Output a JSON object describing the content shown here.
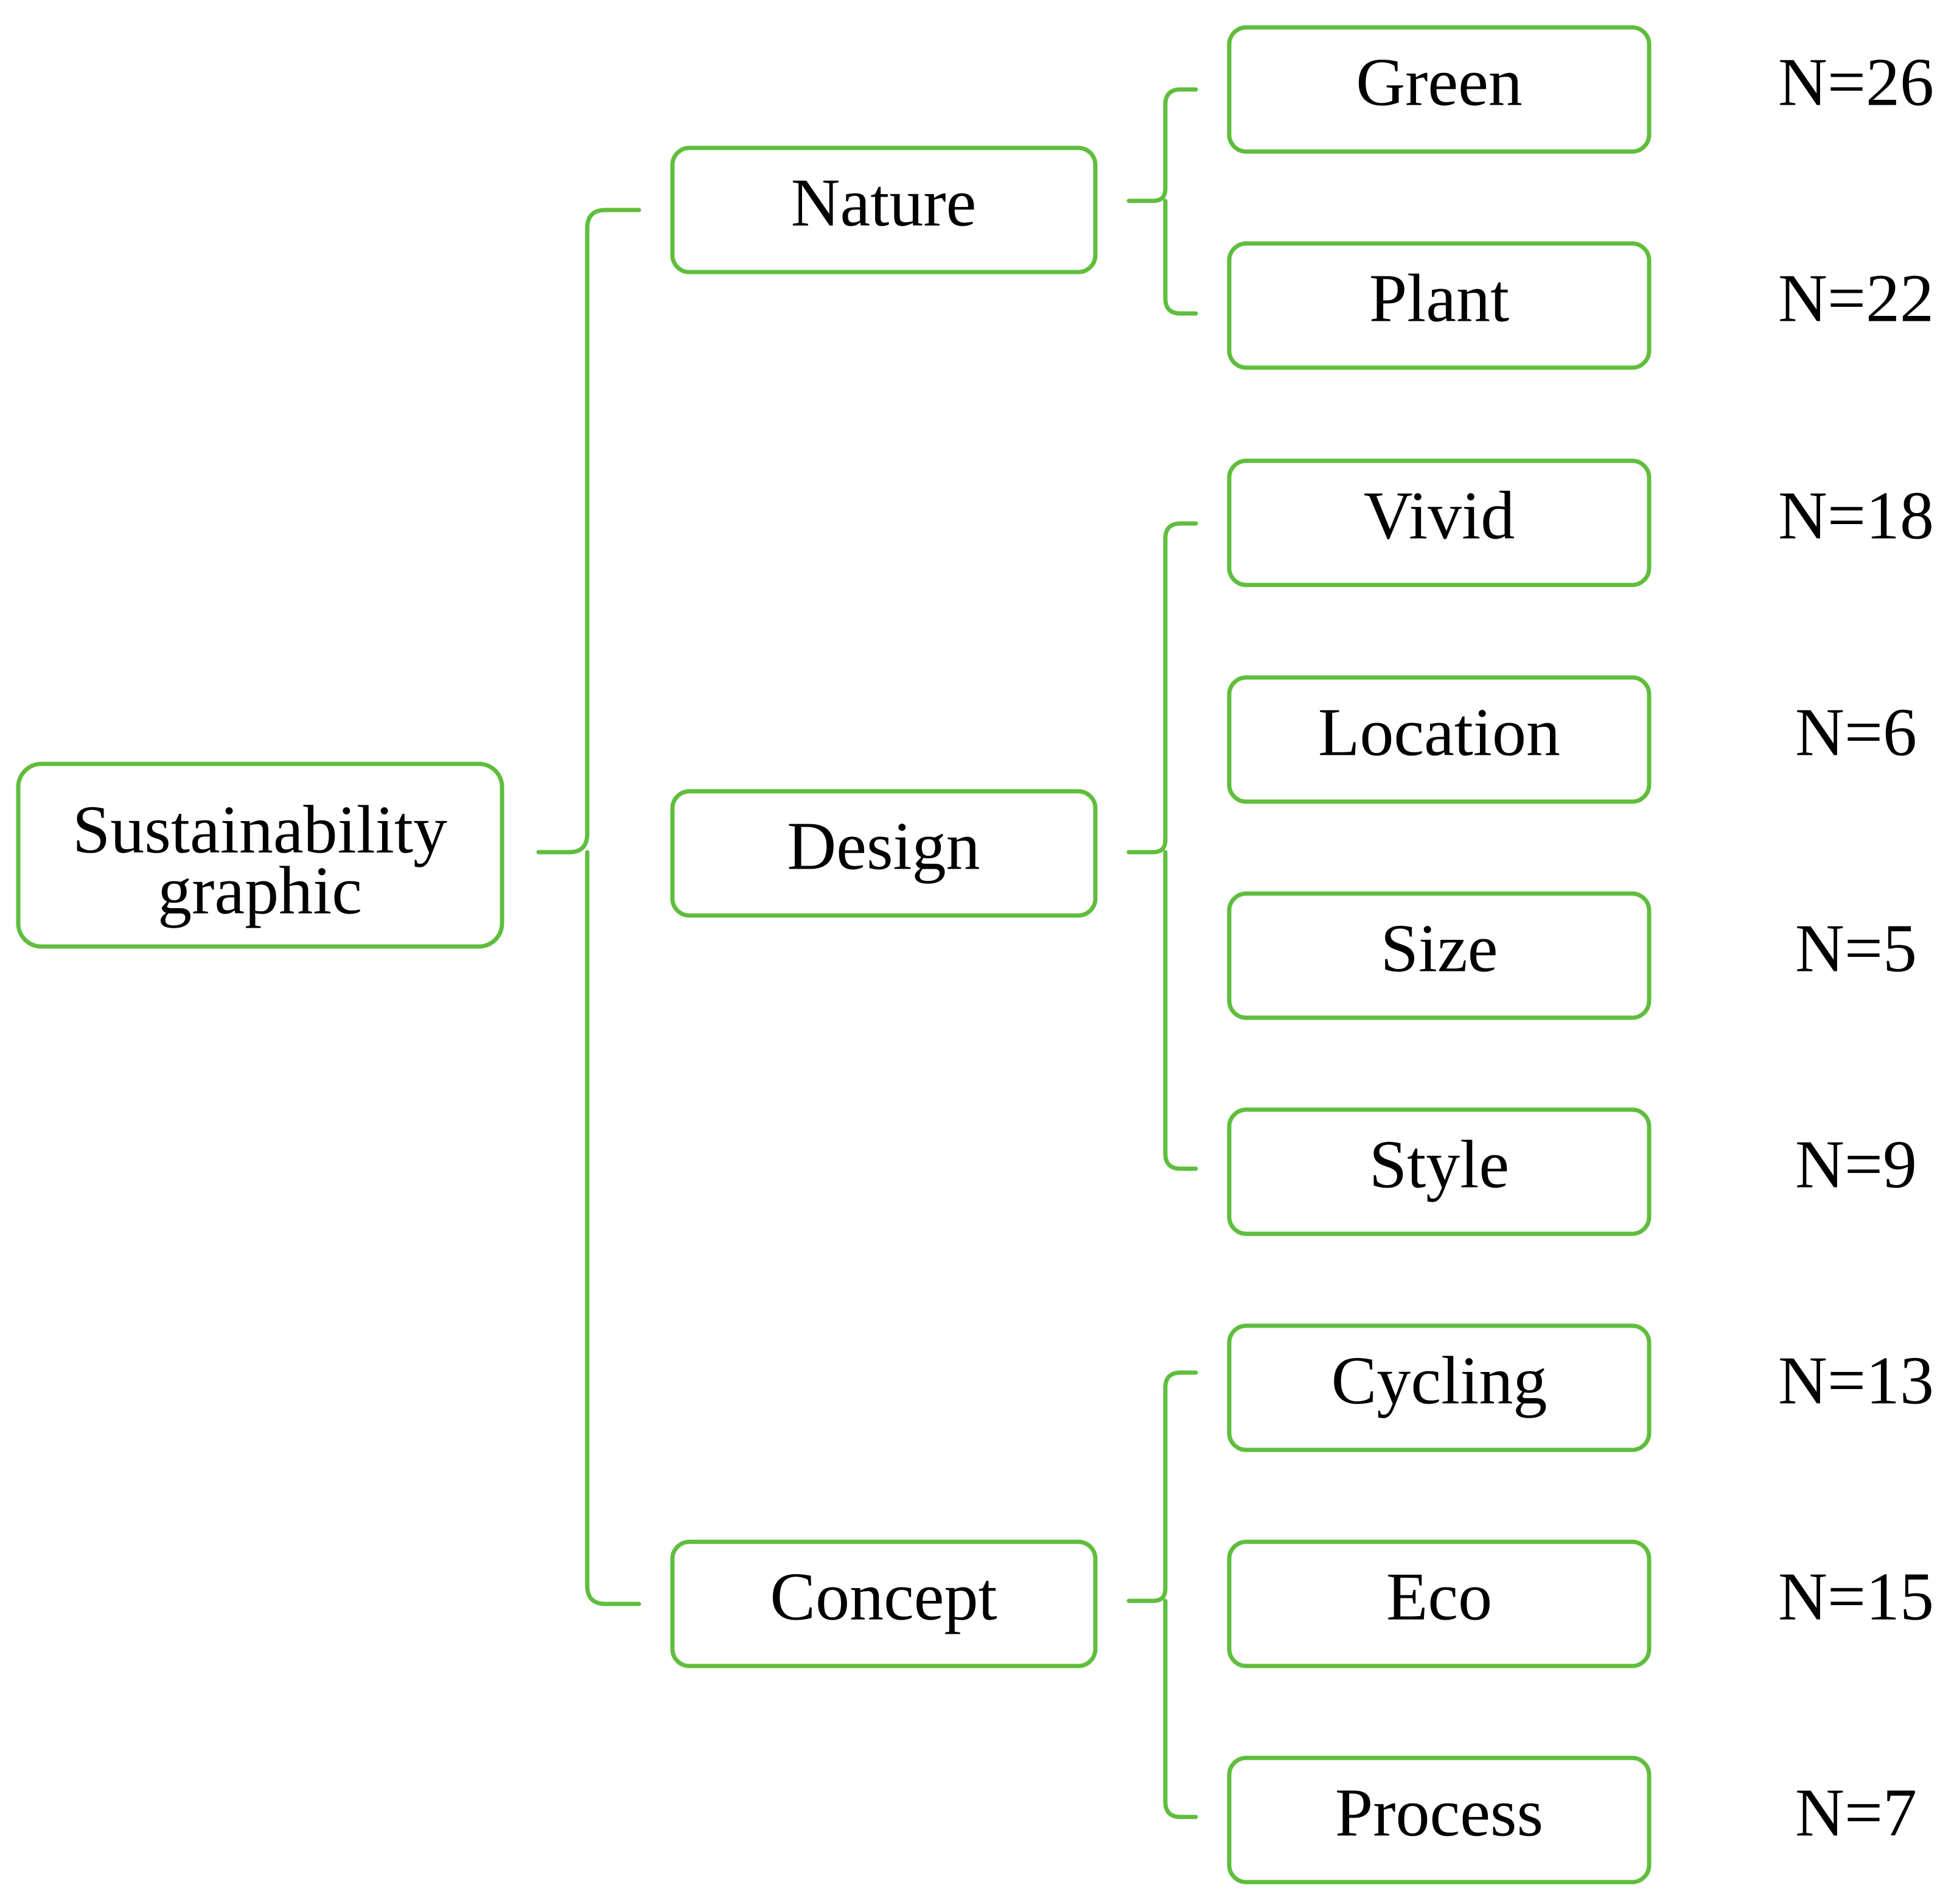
{
  "diagram": {
    "root": {
      "label_line1": "Sustainability",
      "label_line2": "graphic"
    },
    "categories": [
      {
        "label": "Nature",
        "items": [
          {
            "label": "Green",
            "count": "N=26"
          },
          {
            "label": "Plant",
            "count": "N=22"
          }
        ]
      },
      {
        "label": "Design",
        "items": [
          {
            "label": "Vivid",
            "count": "N=18"
          },
          {
            "label": "Location",
            "count": "N=6"
          },
          {
            "label": "Size",
            "count": "N=5"
          },
          {
            "label": "Style",
            "count": "N=9"
          }
        ]
      },
      {
        "label": "Concept",
        "items": [
          {
            "label": "Cycling",
            "count": "N=13"
          },
          {
            "label": "Eco",
            "count": "N=15"
          },
          {
            "label": "Process",
            "count": "N=7"
          }
        ]
      }
    ],
    "colors": {
      "box_border": "#5fbe3c",
      "connector": "#5fbe3c",
      "text": "#000000",
      "background": "#ffffff"
    }
  }
}
